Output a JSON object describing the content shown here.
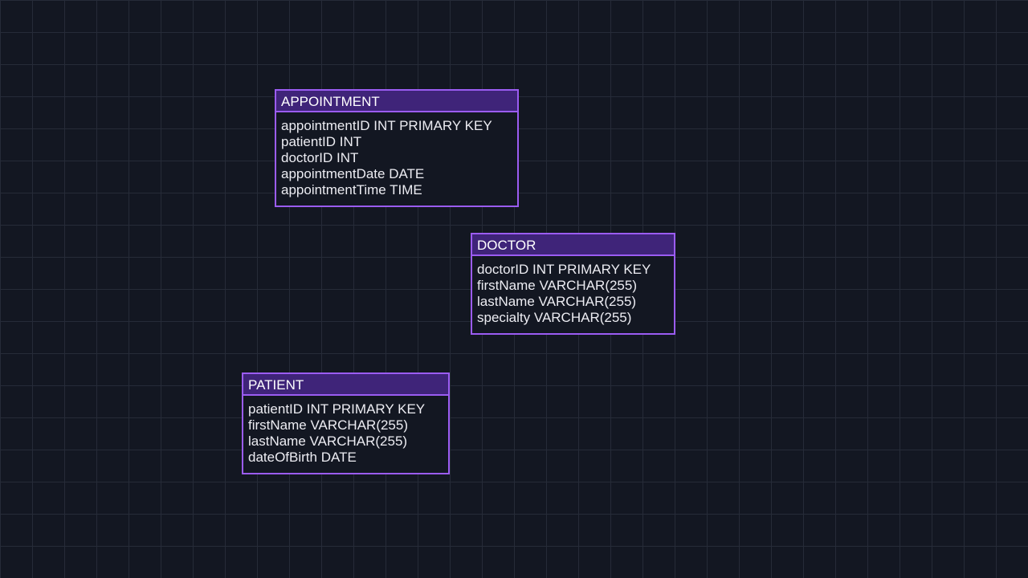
{
  "colors": {
    "background": "#131722",
    "grid": "#262b38",
    "entity_border": "#9b5cf2",
    "entity_header": "#3f2479",
    "text": "#e8e8ee"
  },
  "entities": {
    "appointment": {
      "name": "APPOINTMENT",
      "fields": [
        "appointmentID INT PRIMARY KEY",
        "patientID INT",
        "doctorID INT",
        "appointmentDate DATE",
        "appointmentTime TIME"
      ]
    },
    "doctor": {
      "name": "DOCTOR",
      "fields": [
        "doctorID INT PRIMARY KEY",
        "firstName VARCHAR(255)",
        "lastName VARCHAR(255)",
        "specialty VARCHAR(255)"
      ]
    },
    "patient": {
      "name": "PATIENT",
      "fields": [
        "patientID INT PRIMARY KEY",
        "firstName VARCHAR(255)",
        "lastName VARCHAR(255)",
        "dateOfBirth DATE"
      ]
    }
  }
}
